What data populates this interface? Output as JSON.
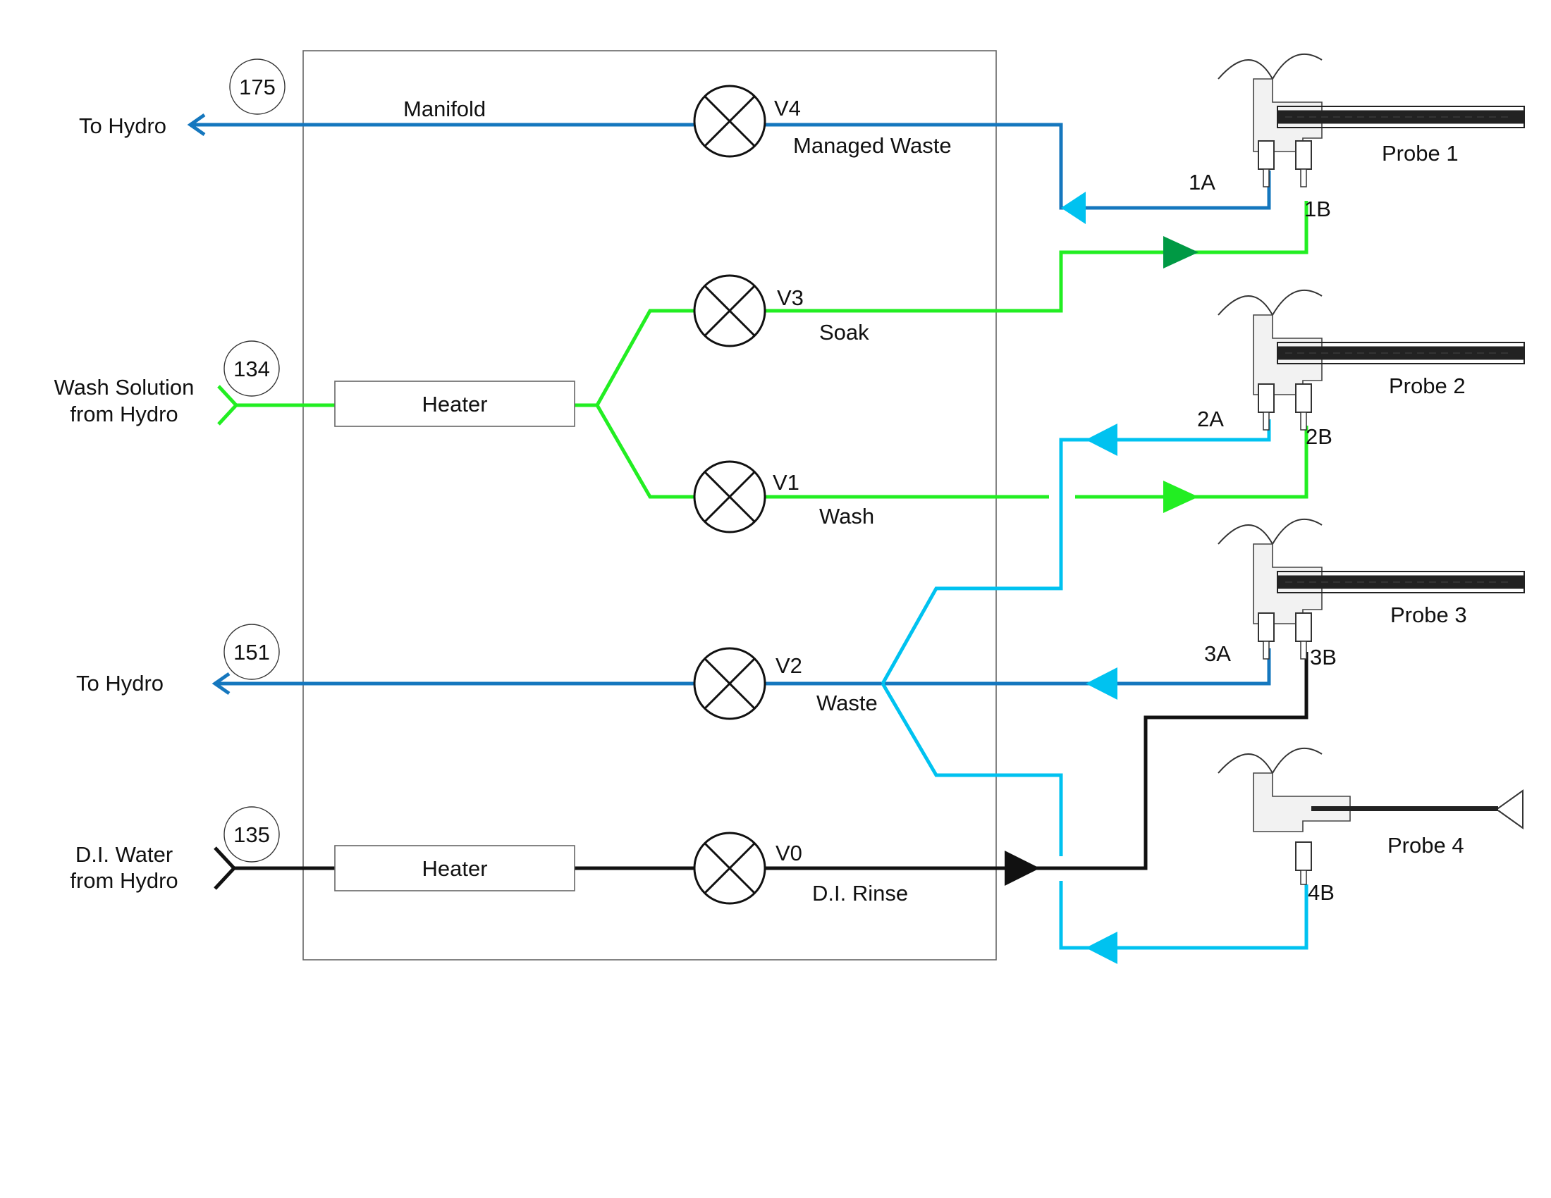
{
  "colors": {
    "waste": "#1577be",
    "waste_light": "#00c2f0",
    "wash": "#22ee22",
    "soak_arrow": "#009944",
    "rinse": "#111111"
  },
  "inlets": {
    "to_hydro_top": "To Hydro",
    "wash_line1": "Wash Solution",
    "wash_line2": "from Hydro",
    "to_hydro_bottom": "To Hydro",
    "di_line1": "D.I. Water",
    "di_line2": "from Hydro"
  },
  "refs": {
    "r175": "175",
    "r134": "134",
    "r151": "151",
    "r135": "135"
  },
  "labels": {
    "manifold": "Manifold",
    "heater_top": "Heater",
    "heater_bottom": "Heater"
  },
  "valves": {
    "v4": "V4",
    "v3": "V3",
    "v1": "V1",
    "v2": "V2",
    "v0": "V0"
  },
  "lines": {
    "managed_waste": "Managed Waste",
    "soak": "Soak",
    "wash": "Wash",
    "waste": "Waste",
    "di_rinse": "D.I. Rinse"
  },
  "probes": {
    "p1": "Probe 1",
    "p2": "Probe 2",
    "p3": "Probe 3",
    "p4": "Probe 4"
  },
  "ports": {
    "p1a": "1A",
    "p1b": "1B",
    "p2a": "2A",
    "p2b": "2B",
    "p3a": "3A",
    "p3b": "3B",
    "p4b": "4B"
  }
}
